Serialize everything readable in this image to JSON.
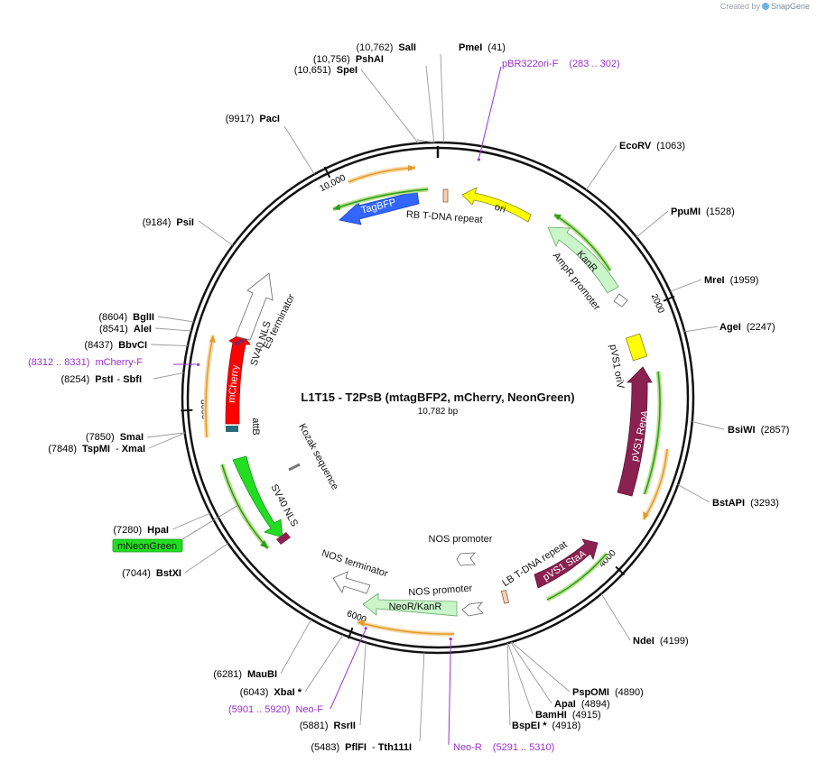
{
  "credit": {
    "prefix": "Created by",
    "brand": "SnapGene"
  },
  "plasmid": {
    "name": "L1T15 - T2PsB (mtagBFP2, mCherry, NeonGreen)",
    "length_bp": 10782,
    "length_label": "10,782 bp"
  },
  "backbone_ticks": [
    {
      "bp": 2000,
      "label": "2000"
    },
    {
      "bp": 4000,
      "label": "4000"
    },
    {
      "bp": 6000,
      "label": "6000"
    },
    {
      "bp": 8000,
      "label": "8000"
    },
    {
      "bp": 10000,
      "label": "10,000"
    }
  ],
  "sites": [
    {
      "name": "SalI",
      "pos": "(10,762)",
      "bp": 10762
    },
    {
      "name": "PshAI",
      "pos": "(10,756)",
      "bp": 10756
    },
    {
      "name": "SpeI",
      "pos": "(10,651)",
      "bp": 10651
    },
    {
      "name": "PacI",
      "pos": "(9917)",
      "bp": 9917
    },
    {
      "name": "PsiI",
      "pos": "(9184)",
      "bp": 9184
    },
    {
      "name": "BglII",
      "pos": "(8604)",
      "bp": 8604
    },
    {
      "name": "AleI",
      "pos": "(8541)",
      "bp": 8541
    },
    {
      "name": "BbvCI",
      "pos": "(8437)",
      "bp": 8437
    },
    {
      "name": "PstI",
      "name2": "SbfI",
      "pos": "(8254)",
      "bp": 8254
    },
    {
      "name": "SmaI",
      "pos": "(7850)",
      "bp": 7850
    },
    {
      "name": "TspMI",
      "name2": "XmaI",
      "pos": "(7848)",
      "bp": 7848
    },
    {
      "name": "HpaI",
      "pos": "(7280)",
      "bp": 7280
    },
    {
      "name": "BstXI",
      "pos": "(7044)",
      "bp": 7044
    },
    {
      "name": "MauBI",
      "pos": "(6281)",
      "bp": 6281
    },
    {
      "name": "XbaI *",
      "pos": "(6043)",
      "bp": 6043
    },
    {
      "name": "RsrII",
      "pos": "(5881)",
      "bp": 5881
    },
    {
      "name": "PflFI",
      "name2": "Tth111I",
      "pos": "(5483)",
      "bp": 5483
    },
    {
      "name": "PmeI",
      "pos": "(41)",
      "bp": 41
    },
    {
      "name": "EcoRV",
      "pos": "(1063)",
      "bp": 1063
    },
    {
      "name": "PpuMI",
      "pos": "(1528)",
      "bp": 1528
    },
    {
      "name": "MreI",
      "pos": "(1959)",
      "bp": 1959
    },
    {
      "name": "AgeI",
      "pos": "(2247)",
      "bp": 2247
    },
    {
      "name": "BsiWI",
      "pos": "(2857)",
      "bp": 2857
    },
    {
      "name": "BstAPI",
      "pos": "(3293)",
      "bp": 3293
    },
    {
      "name": "NdeI",
      "pos": "(4199)",
      "bp": 4199
    },
    {
      "name": "PspOMI",
      "pos": "(4890)",
      "bp": 4890
    },
    {
      "name": "ApaI",
      "pos": "(4894)",
      "bp": 4894
    },
    {
      "name": "BamHI",
      "pos": "(4915)",
      "bp": 4915
    },
    {
      "name": "BspEI *",
      "pos": "(4918)",
      "bp": 4918
    }
  ],
  "primers": [
    {
      "name": "pBR322ori-F",
      "range": "(283 .. 302)",
      "bp": 292
    },
    {
      "name": "mCherry-F",
      "range": "(8312 .. 8331)",
      "bp": 8322
    },
    {
      "name": "Neo-F",
      "range": "(5901 .. 5920)",
      "bp": 5910
    },
    {
      "name": "Neo-R",
      "range": "(5291 .. 5310)",
      "bp": 5300
    }
  ],
  "features": {
    "ori": "ori",
    "kanr": "KanR",
    "ampr_promoter": "AmpR promoter",
    "pvs1_oriv": "pVS1 oriV",
    "pvs1_repa": "pVS1 RepA",
    "pvs1_staa": "pVS1 StaA",
    "lb_repeat": "LB T-DNA repeat",
    "nos_promoter_1": "NOS promoter",
    "nos_promoter_2": "NOS promoter",
    "neor_kanr": "NeoR/KanR",
    "nos_terminator": "NOS terminator",
    "sv40_nls_1": "SV40 NLS",
    "kozak": "Kozak sequence",
    "attb": "attB",
    "mcherry": "mCherry",
    "sv40_nls_2": "SV40 NLS",
    "e9_terminator": "E9 terminator",
    "tagbfp": "TagBFP",
    "rb_repeat": "RB T-DNA repeat",
    "mneongreen": "mNeonGreen"
  },
  "colors": {
    "backbone": "#111111",
    "primer": "#9932cc",
    "ori": "#ffff00",
    "kanr": "#c9f5c9",
    "repa": "#8b2150",
    "mcherry": "#ff0000",
    "tagbfp": "#3366ff",
    "mneongreen": "#22dd22",
    "orf_green": "#2e9b1d",
    "orf_orange": "#e39b2b"
  }
}
